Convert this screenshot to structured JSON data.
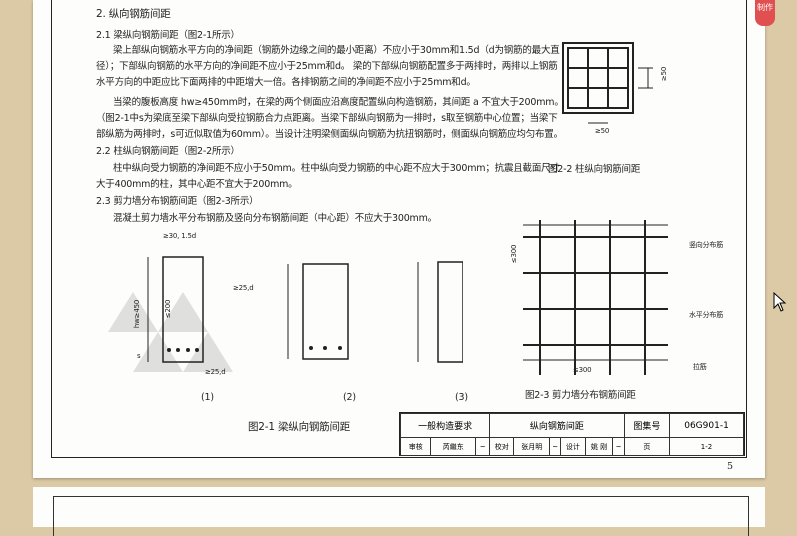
{
  "section": {
    "title": "2.  纵向钢筋间距",
    "s21_title": "2.1  梁纵向钢筋间距（图2-1所示）",
    "s21_lines": [
      "梁上部纵向钢筋水平方向的净间距（钢筋外边缘之间的最小距离）不应小于30mm和1.5d（d为钢筋的最大直",
      "径）；下部纵向钢筋的水平方向的净间距不应小于25mm和d。  梁的下部纵向钢筋配置多于两排时，两排以上钢筋",
      "水平方向的中距应比下面两排的中距增大一倍。各排钢筋之间的净间距不应小于25mm和d。",
      "当梁的腹板高度 hw≥450mm时，在梁的两个侧面应沿高度配置纵向构造钢筋，其间距 a 不宜大于200mm。",
      "（图2-1中s为梁底至梁下部纵向受拉钢筋合力点距离。当梁下部纵向钢筋为一排时，s取至钢筋中心位置；当梁下",
      "部纵筋为两排时，s可近似取值为60mm）。当设计注明梁侧面纵向钢筋为抗扭钢筋时，侧面纵向钢筋应均匀布置。"
    ],
    "s22_title": "2.2  柱纵向钢筋间距（图2-2所示）",
    "s22_lines": [
      "柱中纵向受力钢筋的净间距不应小于50mm。柱中纵向受力钢筋的中心距不应大于300mm；抗震且截面尺寸",
      "大于400mm的柱，其中心距不宜大于200mm。"
    ],
    "s23_title": "2.3  剪力墙分布钢筋间距（图2-3所示）",
    "s23_lines": [
      "混凝土剪力墙水平分布钢筋及竖向分布钢筋间距（中心距）不应大于300mm。"
    ]
  },
  "fig1": {
    "caption": "图2-1   梁纵向钢筋间距",
    "top_dim": "≥30, 1.5d",
    "bottom_dim": "≥25,d",
    "side_dim": "≥25,d",
    "hw": "hw≥450",
    "spacing": "≤200",
    "s": "s",
    "labels": [
      "(1)",
      "(2)",
      "(3)"
    ]
  },
  "fig2": {
    "caption": "图2-2   柱纵向钢筋间距",
    "dim1": "≥50",
    "dim2": "≥50"
  },
  "fig3": {
    "caption": "图2-3   剪力墙分布钢筋间距",
    "dim_v": "≤300",
    "dim_h": "≤300",
    "vertical": "竖向分布筋",
    "horizontal": "水平分布筋",
    "tie": "拉筋"
  },
  "title_block": {
    "category": "一般构造要求",
    "name": "纵向钢筋间距",
    "atlas_label": "图集号",
    "atlas_no": "06G901-1",
    "review": "审核",
    "reviewer": "芮繼东",
    "check": "校对",
    "checker": "张月明",
    "design": "设计",
    "designer": "姚 刚",
    "page_label": "页",
    "page_no": "1-2"
  },
  "page_number": "5",
  "stamp": "制作"
}
